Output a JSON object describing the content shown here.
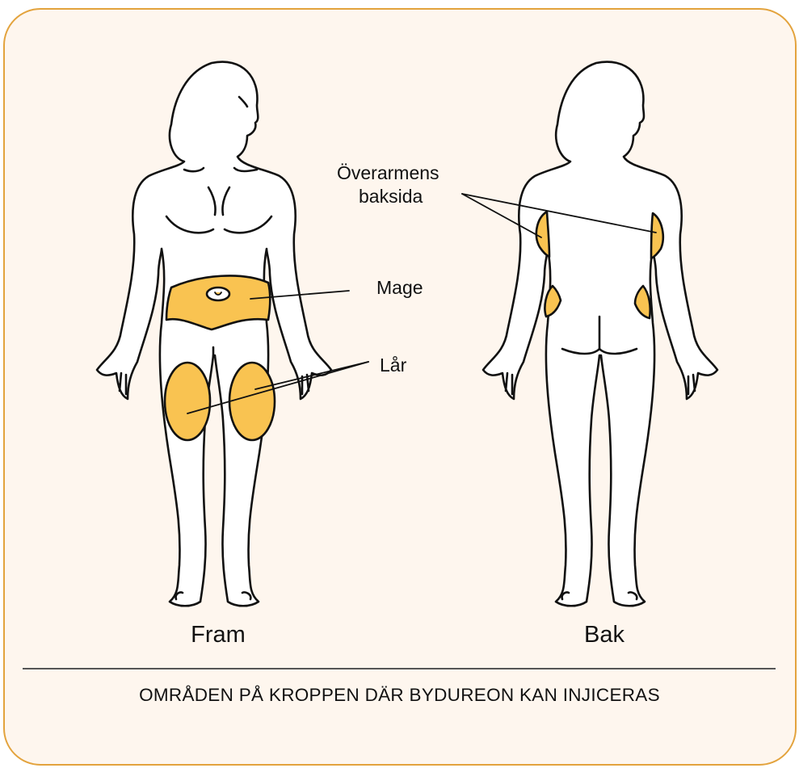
{
  "figure": {
    "colors": {
      "zone_fill": "#f9c351",
      "outline": "#111111",
      "frame": "#e3a33d",
      "background": "#fef6ee"
    },
    "labels": {
      "upper_arm": [
        "Överarmens",
        "baksida"
      ],
      "stomach": "Mage",
      "thighs": "Lår"
    },
    "captions": {
      "front": "Fram",
      "back": "Bak"
    },
    "footer": "OMRÅDEN PÅ KROPPEN DÄR BYDUREON KAN INJICERAS"
  }
}
